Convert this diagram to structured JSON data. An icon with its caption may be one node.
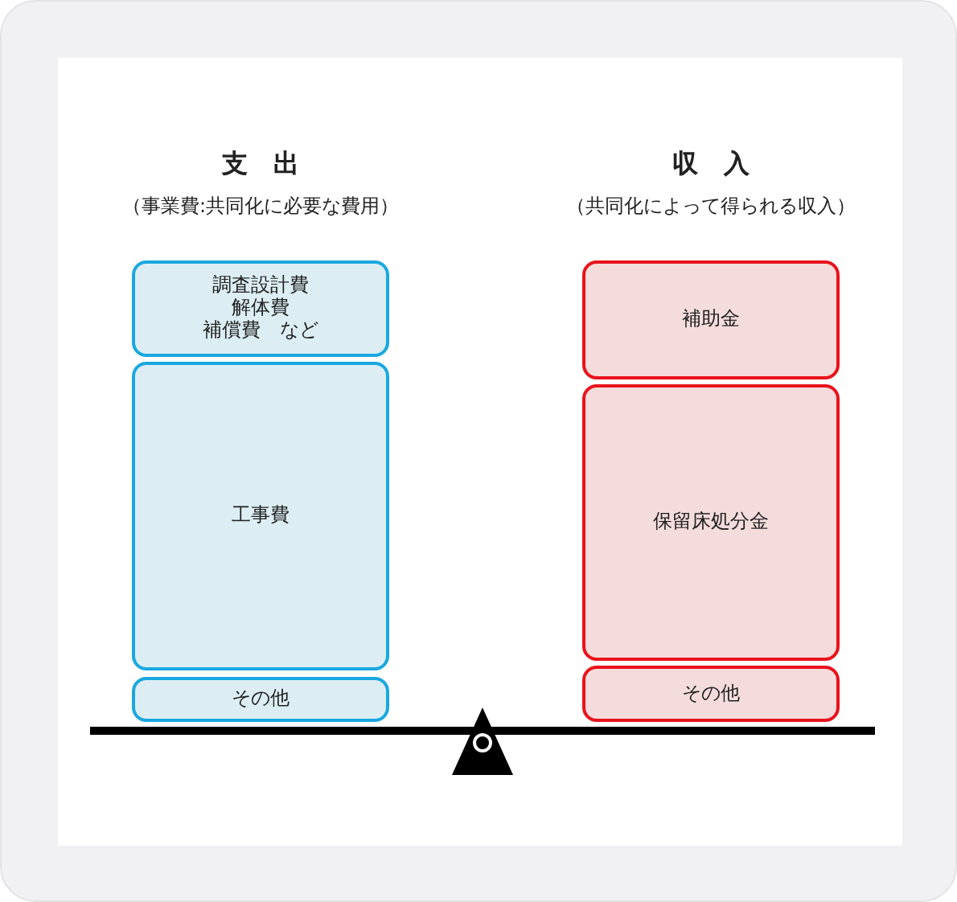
{
  "diagram": {
    "nodes": [
      {
        "text": [
          "調査設計費",
          "解体費",
          "補償費　など"
        ]
      },
      {
        "text": [
          "工事費"
        ]
      },
      {
        "text": [
          "その他"
        ]
      },
      {
        "text": [
          "補助金"
        ]
      },
      {
        "text": [
          "保留床処分金"
        ]
      },
      {
        "text": [
          "その他"
        ]
      }
    ],
    "labels": [
      "支　出",
      "（事業費:共同化に必要な費用）",
      "収　入",
      "（共同化によって得られる収入）"
    ]
  }
}
